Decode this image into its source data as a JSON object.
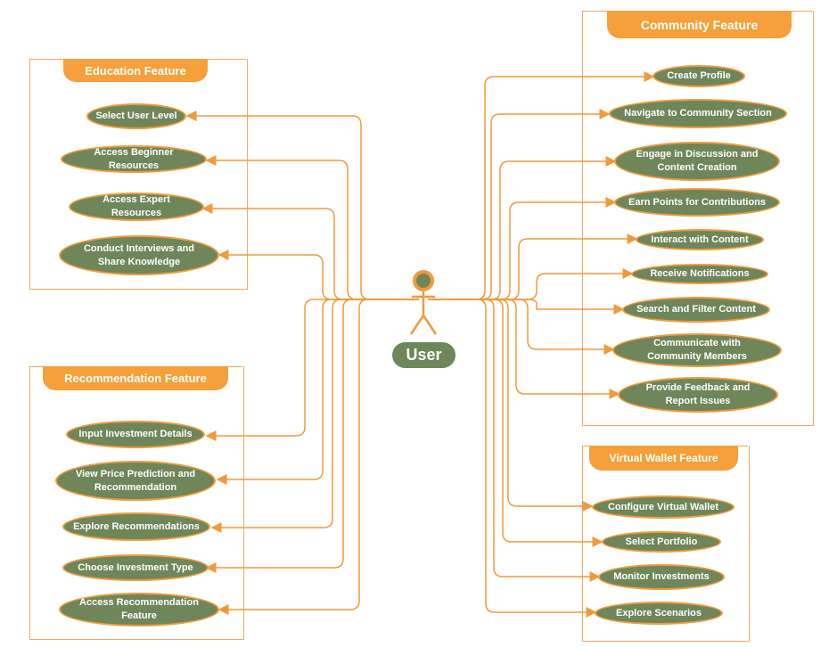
{
  "actor": {
    "label": "User"
  },
  "groups": {
    "education": {
      "title": "Education Feature",
      "use_cases": [
        "Select User Level",
        "Access Beginner Resources",
        "Access Expert Resources",
        "Conduct Interviews and\nShare Knowledge"
      ]
    },
    "recommendation": {
      "title": "Recommendation Feature",
      "use_cases": [
        "Input Investment Details",
        "View Price Prediction and\nRecommendation",
        "Explore Recommendations",
        "Choose Investment Type",
        "Access Recommendation\nFeature"
      ]
    },
    "community": {
      "title": "Community Feature",
      "use_cases": [
        "Create Profile",
        "Navigate to Community Section",
        "Engage in Discussion and\nContent Creation",
        "Earn Points for Contributions",
        "Interact with Content",
        "Receive Notifications",
        "Search and Filter Content",
        "Communicate with\nCommunity Members",
        "Provide Feedback and\nReport Issues"
      ]
    },
    "wallet": {
      "title": "Virtual Wallet Feature",
      "use_cases": [
        "Configure Virtual Wallet",
        "Select Portfolio",
        "Monitor Investments",
        "Explore Scenarios"
      ]
    }
  },
  "colors": {
    "accent": "#f5a03a",
    "node_fill": "#6e8659",
    "line": "#f29a3a"
  }
}
